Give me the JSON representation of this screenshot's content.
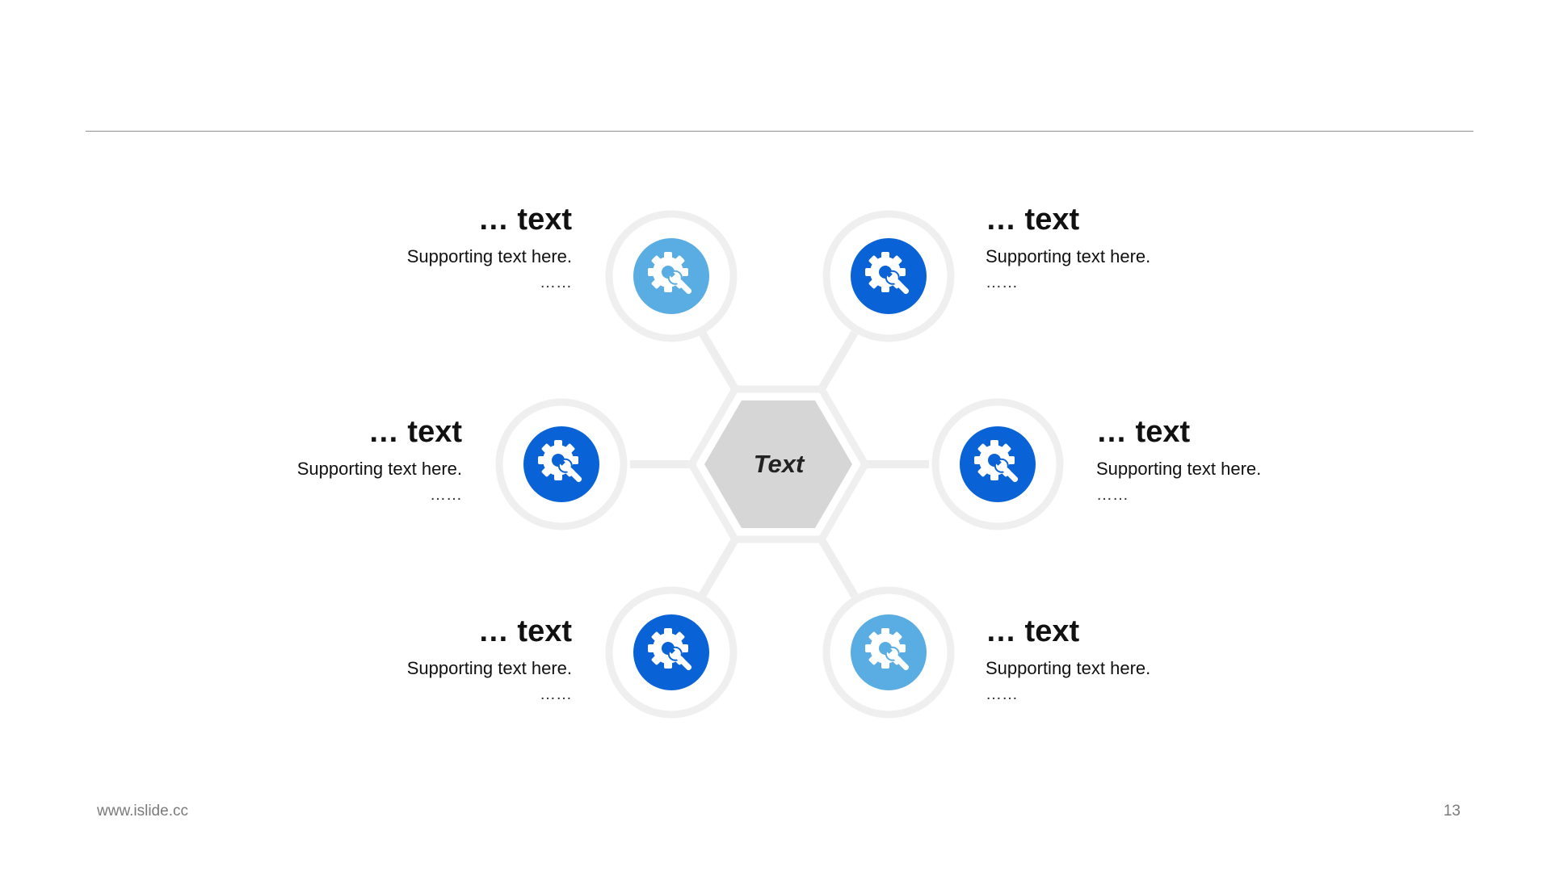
{
  "center": {
    "label": "Text"
  },
  "items": [
    {
      "title": "… text",
      "desc": "Supporting  text here.",
      "dots": "……",
      "icon": "gear-wrench-icon",
      "color": "#5aade3"
    },
    {
      "title": "… text",
      "desc": "Supporting  text here.",
      "dots": "……",
      "icon": "gear-wrench-icon",
      "color": "#0a63d6"
    },
    {
      "title": "… text",
      "desc": "Supporting  text here.",
      "dots": "……",
      "icon": "gear-wrench-icon",
      "color": "#0a63d6"
    },
    {
      "title": "… text",
      "desc": "Supporting  text here.",
      "dots": "……",
      "icon": "gear-wrench-icon",
      "color": "#0a63d6"
    },
    {
      "title": "… text",
      "desc": "Supporting  text here.",
      "dots": "……",
      "icon": "gear-wrench-icon",
      "color": "#0a63d6"
    },
    {
      "title": "… text",
      "desc": "Supporting  text here.",
      "dots": "……",
      "icon": "gear-wrench-icon",
      "color": "#5aade3"
    }
  ],
  "colors": {
    "ring": "#efefef",
    "hexagon": "#d6d6d6",
    "connector": "#eeeeee"
  },
  "footer": {
    "url": "www.islide.cc",
    "page": "13"
  }
}
